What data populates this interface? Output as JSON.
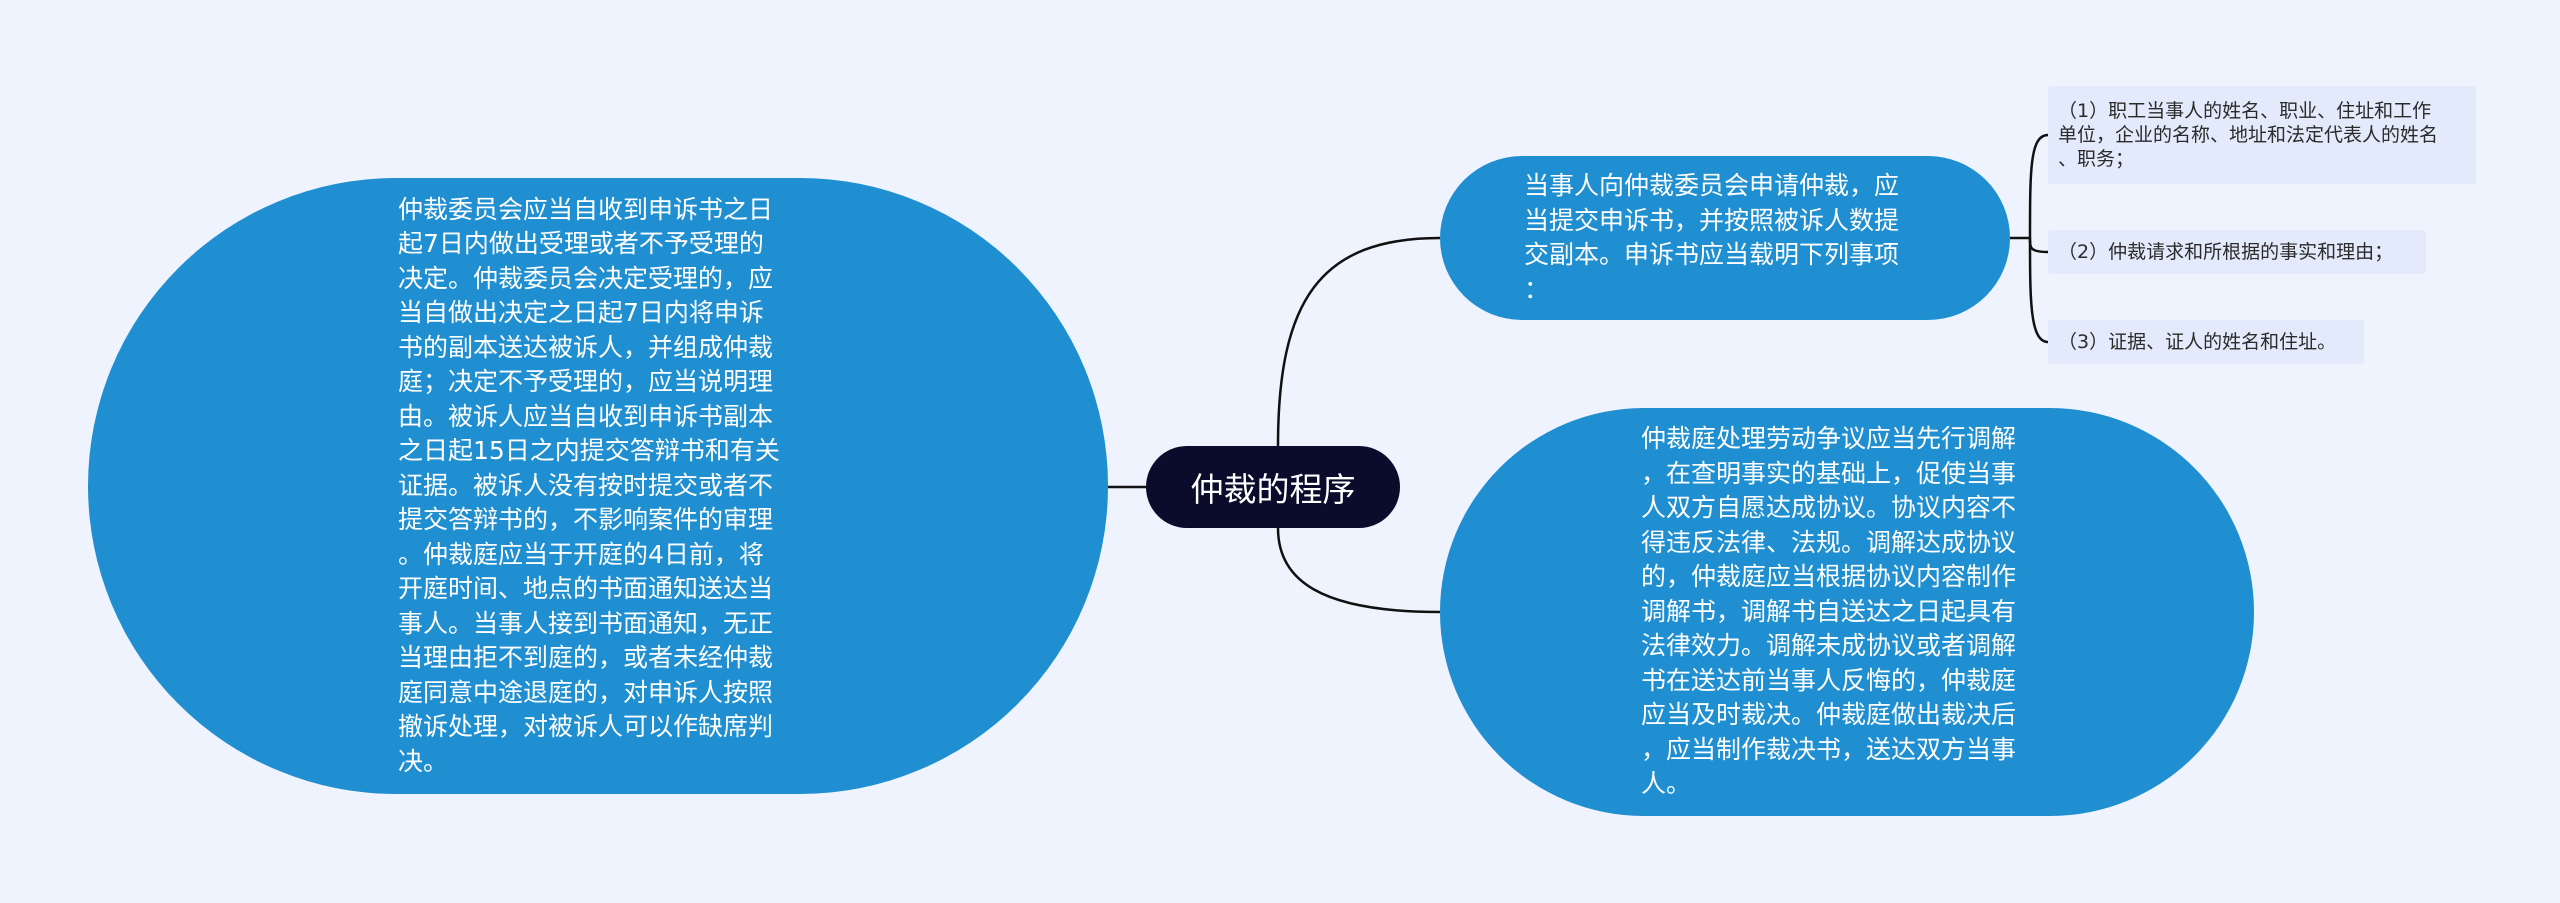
{
  "root": {
    "label": "仲裁的程序"
  },
  "branches": {
    "left": {
      "text": "仲裁委员会应当自收到申诉书之日\n起7日内做出受理或者不予受理的\n决定。仲裁委员会决定受理的，应\n当自做出决定之日起7日内将申诉\n书的副本送达被诉人，并组成仲裁\n庭；决定不予受理的，应当说明理\n由。被诉人应当自收到申诉书副本\n之日起15日之内提交答辩书和有关\n证据。被诉人没有按时提交或者不\n提交答辩书的，不影响案件的审理\n。仲裁庭应当于开庭的4日前，将\n开庭时间、地点的书面通知送达当\n事人。当事人接到书面通知，无正\n当理由拒不到庭的，或者未经仲裁\n庭同意中途退庭的，对申诉人按照\n撤诉处理，对被诉人可以作缺席判\n决。"
    },
    "top": {
      "text": "当事人向仲裁委员会申请仲裁，应\n当提交申诉书，并按照被诉人数提\n交副本。申诉书应当载明下列事项\n：",
      "items": [
        "（1）职工当事人的姓名、职业、住址和工作\n单位，企业的名称、地址和法定代表人的姓名\n、职务；",
        "（2）仲裁请求和所根据的事实和理由；",
        "（3）证据、证人的姓名和住址。"
      ]
    },
    "bottom": {
      "text": "仲裁庭处理劳动争议应当先行调解\n，在查明事实的基础上，促使当事\n人双方自愿达成协议。协议内容不\n得违反法律、法规。调解达成协议\n的，仲裁庭应当根据协议内容制作\n调解书，调解书自送达之日起具有\n法律效力。调解未成协议或者调解\n书在送达前当事人反悔的，仲裁庭\n应当及时裁决。仲裁庭做出裁决后\n，应当制作裁决书，送达双方当事\n人。"
    }
  },
  "colors": {
    "background": "#eef3fd",
    "root": "#0b0b2b",
    "branch": "#1f8fd2",
    "leaf": "#e3eafb",
    "connector": "#111111"
  }
}
